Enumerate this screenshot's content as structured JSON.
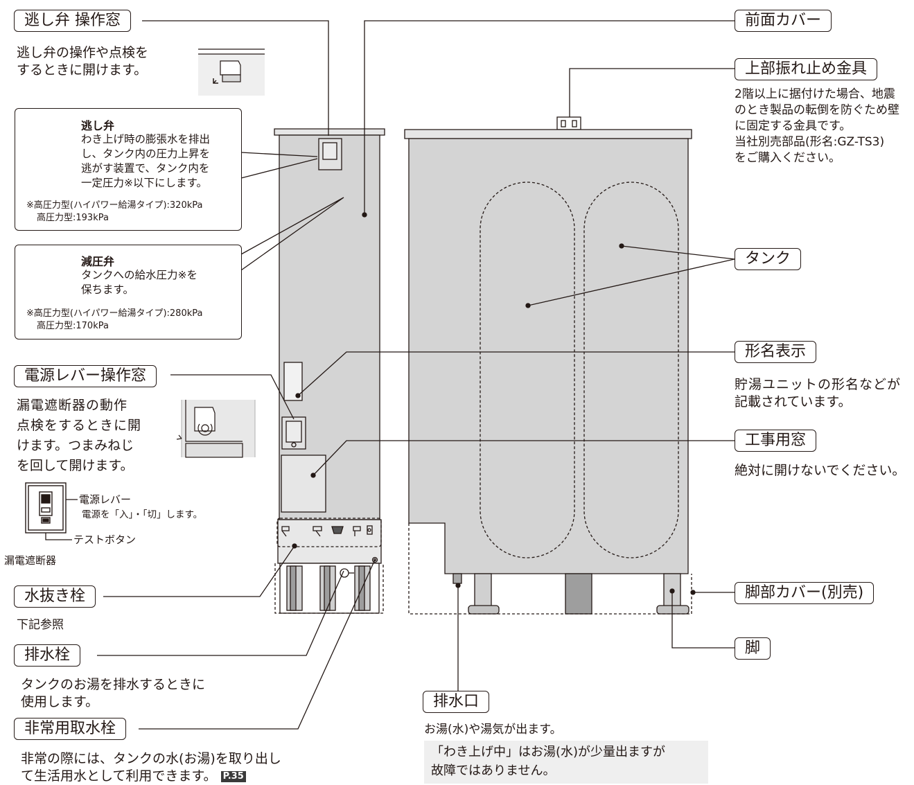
{
  "relief_window": {
    "label": "逃し弁 操作窓",
    "desc": [
      "逃し弁の操作や点検を",
      "するときに開けます。"
    ]
  },
  "relief_valve": {
    "title": "逃し弁",
    "desc": [
      "わき上げ時の膨張水を排出",
      "し、タンク内の圧力上昇を",
      "逃がす装置で、タンク内を",
      "一定圧力※以下にします。"
    ],
    "notes": [
      "※高圧力型(ハイパワー給湯タイプ):320kPa",
      "高圧力型:193kPa"
    ]
  },
  "pressure_valve": {
    "title": "減圧弁",
    "desc": [
      "タンクへの給水圧力※を",
      "保ちます。"
    ],
    "notes": [
      "※高圧力型(ハイパワー給湯タイプ):280kPa",
      "高圧力型:170kPa"
    ]
  },
  "power_window": {
    "label": "電源レバー操作窓",
    "desc": [
      "漏電遮断器の動作",
      "点検をするときに開",
      "けます。つまみねじ",
      "を回して開けます。"
    ]
  },
  "breaker": {
    "lever": "電源レバー",
    "lever_desc": "電源を「入」・「切」します。",
    "test_button": "テストボタン",
    "name": "漏電遮断器"
  },
  "drain_plug": {
    "label": "水抜き栓",
    "desc": "下記参照"
  },
  "drain_valve": {
    "label": "排水栓",
    "desc": [
      "タンクのお湯を排水するときに",
      "使用します。"
    ]
  },
  "emergency_tap": {
    "label": "非常用取水栓",
    "desc": [
      "非常の際には、タンクの水(お湯)を取り出し",
      "て生活用水として利用できます。"
    ],
    "page_ref": "P.35"
  },
  "front_cover": {
    "label": "前面カバー"
  },
  "upper_bracket": {
    "label": "上部振れ止め金具",
    "desc": [
      "2階以上に据付けた場合、地震",
      "のとき製品の転倒を防ぐため壁",
      "に固定する金具です。",
      "当社別売部品(形名:GZ-TS3)",
      "をご購入ください。"
    ]
  },
  "tank": {
    "label": "タンク"
  },
  "model_display": {
    "label": "形名表示",
    "desc": [
      "貯湯ユニットの形名などが",
      "記載されています。"
    ]
  },
  "work_window": {
    "label": "工事用窓",
    "desc": "絶対に開けないでください。"
  },
  "leg_cover": {
    "label": "脚部カバー(別売)"
  },
  "leg": {
    "label": "脚"
  },
  "drain_outlet": {
    "label": "排水口",
    "desc": "お湯(水)や湯気が出ます。",
    "note": [
      "「わき上げ中」はお湯(水)が少量出ますが",
      "故障ではありません。"
    ]
  }
}
